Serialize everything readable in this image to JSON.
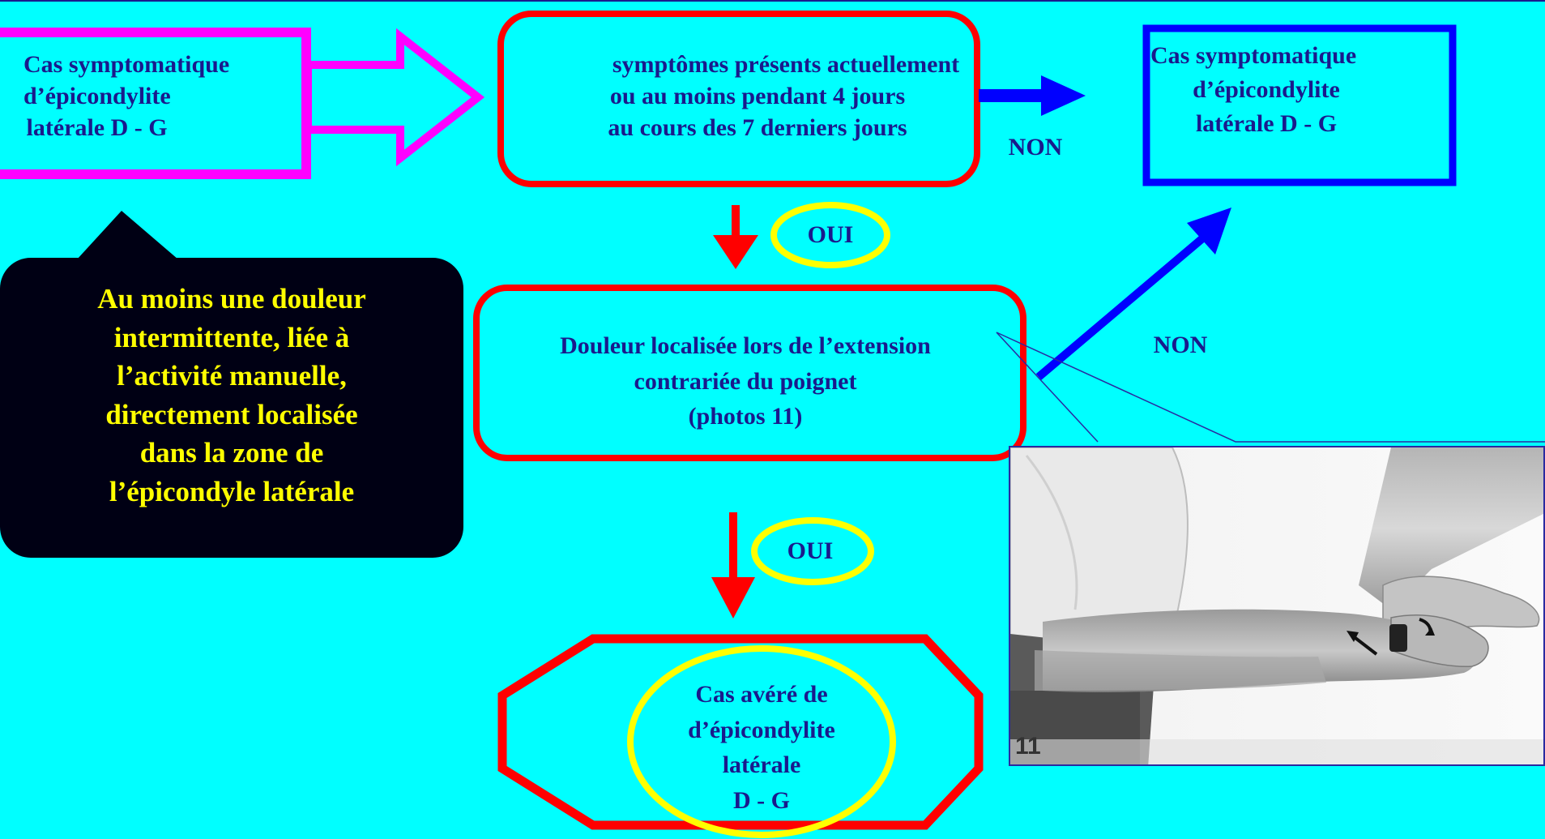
{
  "box_start": {
    "lines": [
      "Cas symptomatique",
      "d’épicondylite",
      " latérale D - G"
    ]
  },
  "box_question1": {
    "lines": [
      "symptômes présents actuellement",
      "ou au moins pendant 4 jours",
      "au cours des 7 derniers jours"
    ]
  },
  "box_result_no": {
    "lines": [
      "Cas symptomatique",
      "d’épicondylite",
      "latérale D - G"
    ]
  },
  "label_non_1": "NON",
  "label_oui_1": "OUI",
  "callout": {
    "lines": [
      "Au moins une douleur",
      "intermittente, liée à",
      "l’activité manuelle,",
      "directement localisée",
      "dans la zone de",
      "l’épicondyle latérale"
    ]
  },
  "box_question2": {
    "lines": [
      "Douleur localisée lors de l’extension",
      "contrariée du poignet",
      "(photos 11)"
    ]
  },
  "label_non_2": "NON",
  "label_oui_2": "OUI",
  "box_final": {
    "lines": [
      "Cas avéré de",
      "d’épicondylite",
      "latérale",
      "D - G"
    ]
  },
  "photo_number": "11",
  "colors": {
    "background": "#00ffff",
    "magenta": "#ff00ff",
    "red": "#ff0000",
    "blue": "#0000ff",
    "yellow": "#ffff00",
    "navy_text": "#1a1a8c",
    "callout_bg": "#000014",
    "callout_text": "#ffff00"
  }
}
